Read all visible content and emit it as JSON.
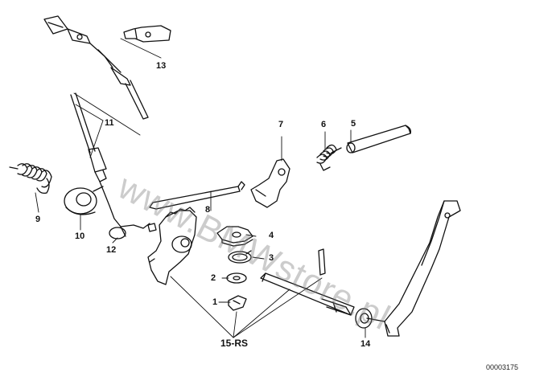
{
  "watermark": "www.BMWstore.pl",
  "part_number": "00003175",
  "callouts": {
    "c1": "1",
    "c2": "2",
    "c3": "3",
    "c4": "4",
    "c5": "5",
    "c6": "6",
    "c7": "7",
    "c8": "8",
    "c9": "9",
    "c10": "10",
    "c11": "11",
    "c12": "12",
    "c13": "13",
    "c14": "14",
    "c15": "15-RS"
  },
  "colors": {
    "line": "#111111",
    "watermark": "#8a8a8a"
  }
}
